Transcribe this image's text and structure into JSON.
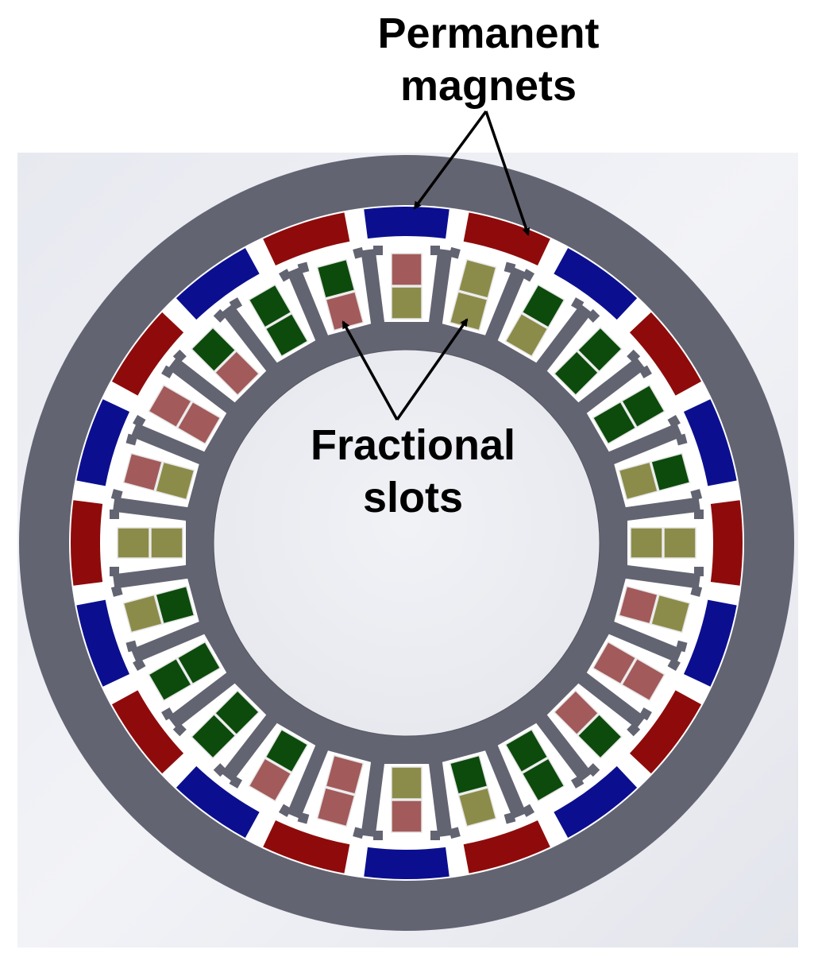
{
  "labels": {
    "magnets": {
      "line1": "Permanent",
      "line2": "magnets"
    },
    "slots": {
      "line1": "Fractional",
      "line2": "slots"
    }
  },
  "motor": {
    "magnet_count": 20,
    "slot_count": 24,
    "magnet_pattern": [
      "blue",
      "red"
    ]
  },
  "colors": {
    "background_panel": "#eceef4",
    "rotor": "#636472",
    "stator": "#636472",
    "air_gap": "#ffffff",
    "bore": "#eceef3",
    "magnet_blue": "#0b0f8f",
    "magnet_red": "#8f0b0b",
    "coil_red": "#a35a5a",
    "coil_green": "#0c4b0c",
    "coil_olive": "#8c8c4a",
    "coil_border": "#e6e6e6",
    "arrow": "#000000"
  }
}
